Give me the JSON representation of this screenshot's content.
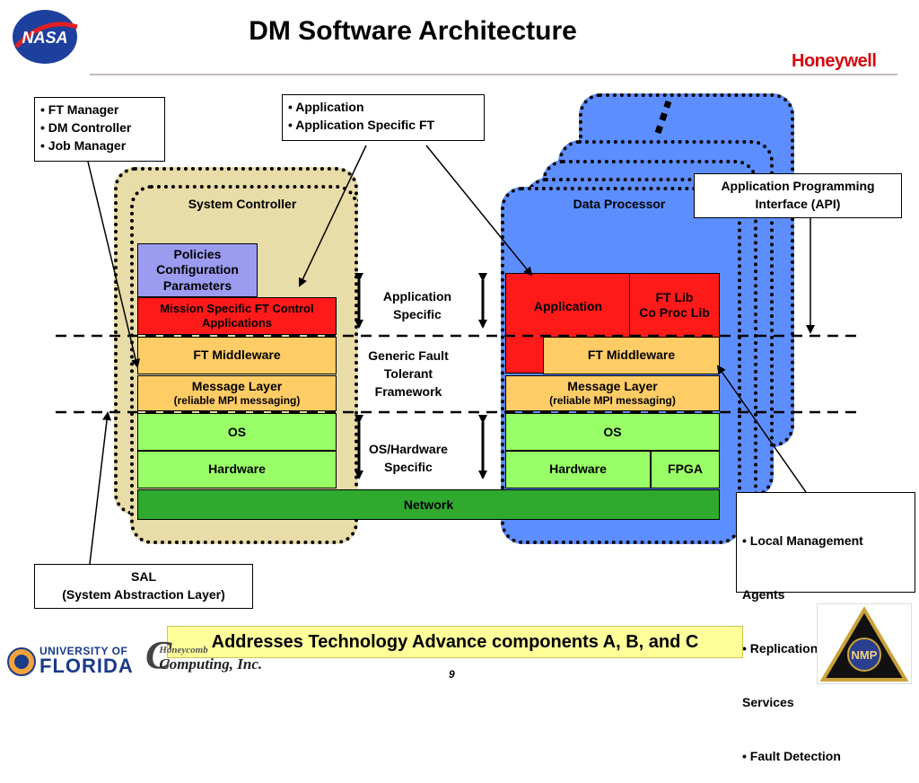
{
  "title": "DM Software Architecture",
  "logos": {
    "nasa": "NASA",
    "honeywell": "Honeywell",
    "uf_line1": "UNIVERSITY OF",
    "uf_line2": "FLORIDA",
    "hc_line1": "Honeycomb",
    "hc_line2": "Computing, Inc.",
    "nmp": "NMP"
  },
  "panels": {
    "system_controller": "System Controller",
    "data_processor": "Data Processor"
  },
  "system_controller_stack": {
    "policies": "Policies Configuration Parameters",
    "mission_specific": "Mission Specific FT Control Applications",
    "ft_middleware": "FT Middleware",
    "message_layer": "Message Layer",
    "message_layer_sub": "(reliable MPI messaging)",
    "os": "OS",
    "hardware": "Hardware"
  },
  "data_processor_stack": {
    "application": "Application",
    "ft_lib_line1": "FT Lib",
    "ft_lib_line2": "Co Proc Lib",
    "ft_middleware": "FT Middleware",
    "message_layer": "Message Layer",
    "message_layer_sub": "(reliable MPI messaging)",
    "os": "OS",
    "hardware": "Hardware",
    "fpga": "FPGA"
  },
  "network": "Network",
  "middle_labels": {
    "application_specific_1": "Application",
    "application_specific_2": "Specific",
    "generic_1": "Generic Fault",
    "generic_2": "Tolerant",
    "generic_3": "Framework",
    "os_hw_1": "OS/Hardware",
    "os_hw_2": "Specific"
  },
  "callouts": {
    "manager": [
      "• FT Manager",
      "• DM Controller",
      "• Job Manager"
    ],
    "application": [
      "• Application",
      "• Application  Specific FT"
    ],
    "api": [
      "Application Programming",
      "Interface (API)"
    ],
    "sal": [
      "SAL",
      "(System Abstraction Layer)"
    ],
    "services": [
      "• Local Management",
      "   Agents",
      "• Replication",
      "   Services",
      "• Fault Detection"
    ]
  },
  "footer": "Addresses Technology Advance components A, B, and C",
  "page_number": "9",
  "colors": {
    "sc_panel": "#e8dca8",
    "dp_panel": "#5d8eff",
    "red": "#ff1a1a",
    "orange": "#ffcc66",
    "green": "#99ff66",
    "network": "#2faa2f",
    "policies": "#9b9bf0",
    "footer_bg": "#ffff99"
  }
}
